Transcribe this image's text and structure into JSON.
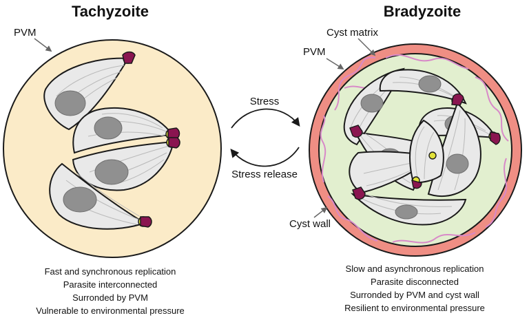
{
  "left": {
    "title": "Tachyzoite",
    "pvm_label": "PVM",
    "captions": [
      "Fast and synchronous replication",
      "Parasite interconnected",
      "Surronded by PVM",
      "Vulnerable to environmental pressure"
    ]
  },
  "right": {
    "title": "Bradyzoite",
    "cyst_matrix_label": "Cyst matrix",
    "pvm_label": "PVM",
    "cyst_wall_label": "Cyst wall",
    "captions": [
      "Slow and asynchronous replication",
      "Parasite disconnected",
      "Surronded by PVM and cyst wall",
      "Resilient to environmental pressure"
    ]
  },
  "middle": {
    "stress_label": "Stress",
    "stress_release_label": "Stress release"
  },
  "colors": {
    "tachy_vacuole": "#fbebc8",
    "cyst_wall": "#ef8e84",
    "cyst_matrix": "#e2efcf",
    "matrix_fibers": "#d889c8",
    "parasite_body": "#e9e9e9",
    "nucleus": "#909090",
    "conoid": "#8a1550",
    "apical_ring": "#e2e23a"
  }
}
